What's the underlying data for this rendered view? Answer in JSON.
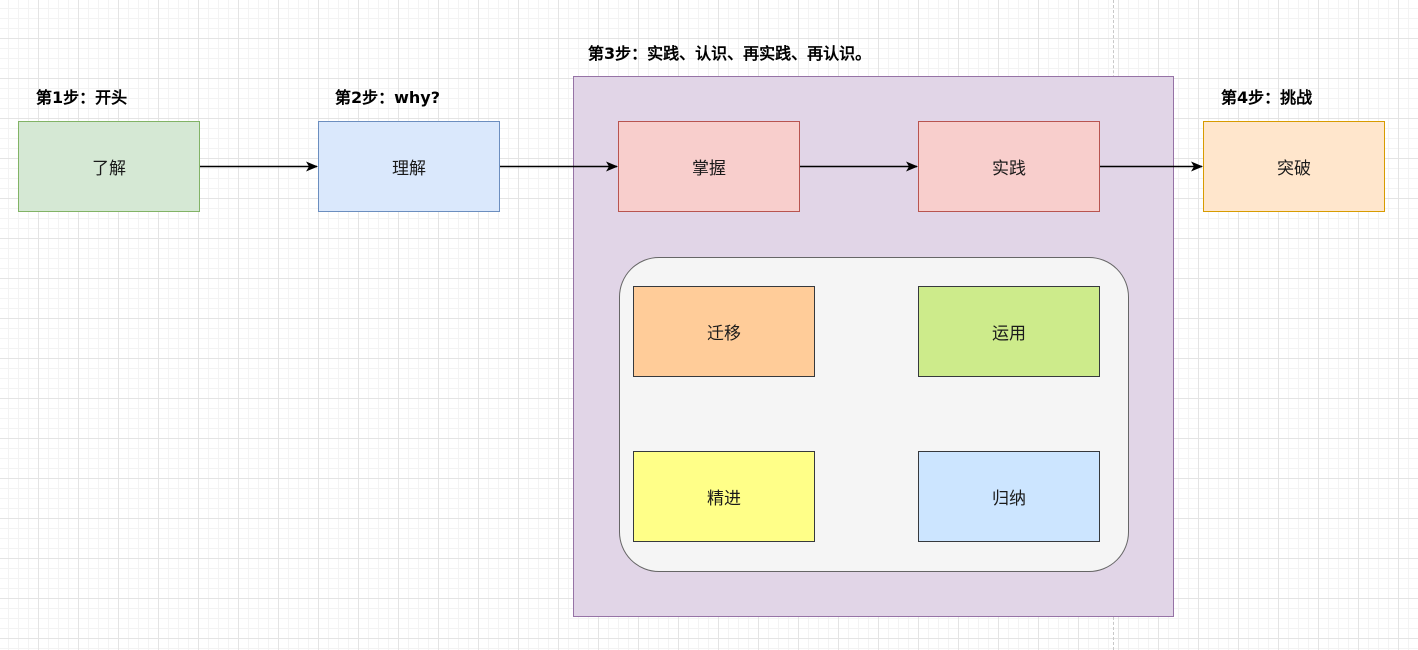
{
  "steps": [
    {
      "label": "第1步：开头"
    },
    {
      "label": "第2步：why?"
    },
    {
      "label": "第3步：实践、认识、再实践、再认识。"
    },
    {
      "label": "第4步：挑战"
    }
  ],
  "nodes": {
    "liaojie": {
      "label": "了解",
      "fill": "#d5e8d4",
      "stroke": "#82b366"
    },
    "lijie": {
      "label": "理解",
      "fill": "#dae8fc",
      "stroke": "#6c8ebf"
    },
    "zhangwo": {
      "label": "掌握",
      "fill": "#f8cecc",
      "stroke": "#b85450"
    },
    "shijian": {
      "label": "实践",
      "fill": "#f8cecc",
      "stroke": "#b85450"
    },
    "tupo": {
      "label": "突破",
      "fill": "#ffe6cc",
      "stroke": "#d79b00"
    },
    "qianyi": {
      "label": "迁移",
      "fill": "#ffcc99",
      "stroke": "#36393d"
    },
    "yunyong": {
      "label": "运用",
      "fill": "#cdeb8b",
      "stroke": "#36393d"
    },
    "jingjin": {
      "label": "精进",
      "fill": "#ffff88",
      "stroke": "#36393d"
    },
    "guina": {
      "label": "归纳",
      "fill": "#cce5ff",
      "stroke": "#36393d"
    }
  },
  "groups": {
    "step3_container": {
      "fill": "#e1d5e7",
      "stroke": "#9673a6"
    },
    "skills_panel": {
      "fill": "#f5f5f5",
      "stroke": "#666666"
    }
  },
  "edges": [
    {
      "from": "liaojie",
      "to": "lijie"
    },
    {
      "from": "lijie",
      "to": "zhangwo"
    },
    {
      "from": "zhangwo",
      "to": "shijian"
    },
    {
      "from": "shijian",
      "to": "tupo"
    }
  ]
}
